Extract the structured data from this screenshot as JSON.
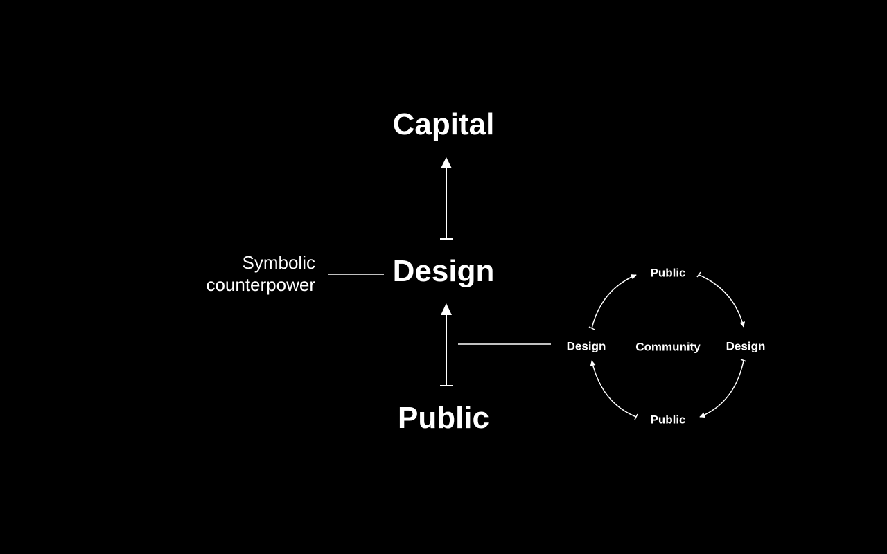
{
  "diagram": {
    "main": {
      "capital": "Capital",
      "design": "Design",
      "public": "Public"
    },
    "side_label": {
      "line1": "Symbolic",
      "line2": "counterpower"
    },
    "cycle": {
      "top": "Public",
      "left": "Design",
      "center": "Community",
      "right": "Design",
      "bottom": "Public"
    }
  },
  "colors": {
    "background": "#000000",
    "foreground": "#ffffff"
  }
}
